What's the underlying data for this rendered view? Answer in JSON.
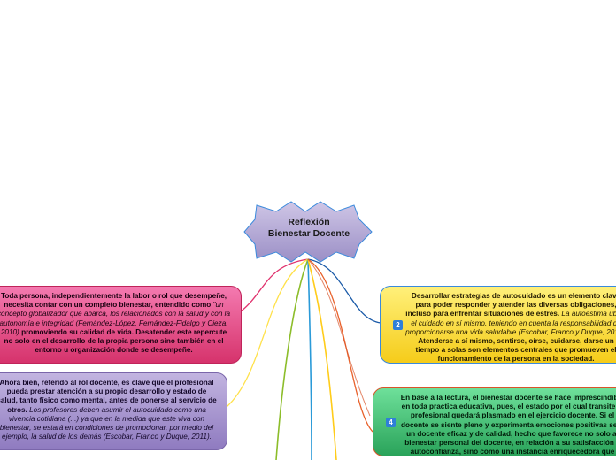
{
  "central": {
    "title_line1": "Reflexión",
    "title_line2": "Bienestar Docente"
  },
  "nodes": {
    "pink": {
      "b1": "Toda persona, independientemente la labor o rol que desempeñe, necesita contar con un completo bienestar, entendido como ",
      "i1": "\"un concepto globalizador que abarca, los relacionados con la salud y con la autonomía e integridad (Fernández-López, Fernández-Fidalgo y Cieza, 2010)",
      "b2": " promoviendo su calidad de vida. Desatender este repercute no solo en el desarrollo de la propia persona sino también en el entorno u organización donde se desempeñe."
    },
    "purple": {
      "b1": "Ahora bien, referido al rol docente, es clave que el profesional pueda prestar atención a su propio desarrollo y estado de salud, tanto físico como mental, antes de ponerse al servicio de otros. ",
      "i1": "Los profesores deben asumir el autocuidado como una vivencia cotidiana (...) ya que en la medida que este viva con bienestar, se estará en condiciones de promocionar, por medio del ejemplo, la salud de los demás (Escobar, Franco y Duque, 2011)."
    },
    "yellow": {
      "badge": "2",
      "b1": "Desarrollar estrategias de autocuidado es un elemento clave para poder responder y atender las diversas obligaciones, incluso para enfrentar situaciones de estrés. ",
      "i1": "La autoestima ubica el cuidado en sí mismo, teniendo en cuenta la responsabilidad de proporcionarse una vida saludable (Escobar, Franco y Duque, 2011).",
      "b2": " Atenderse a sí mismo, sentirse, oírse, cuidarse, darse un tiempo a solas son elementos centrales que promueven el funcionamiento de la persona en la sociedad."
    },
    "green": {
      "badge": "4",
      "b1": "En base a la lectura, el bienestar docente se hace imprescindible en toda practica educativa, pues, el estado por el cual transite el profesional quedará plasmado en el ejercicio docente. Si el docente se siente pleno y experimenta emociones positivas sera un docente eficaz y de calidad, hecho que favorece no solo al bienestar personal del docente, en relación a su satisfacción y autoconfianza, sino como una instancia enriquecedora que promueve el bienestar de los demás."
    }
  },
  "colors": {
    "central_fill": "#b4aad4",
    "central_stroke": "#3a8adc",
    "branch_pink": "#e0336e",
    "branch_purple": "#ffe14a",
    "branch_olive": "#8cbd2a",
    "branch_blue": "#2a9ad8",
    "branch_yellow": "#ffcc1a",
    "branch_orange": "#e8602a",
    "branch_red": "#d9542a",
    "branch_navy": "#1a5aa8"
  }
}
